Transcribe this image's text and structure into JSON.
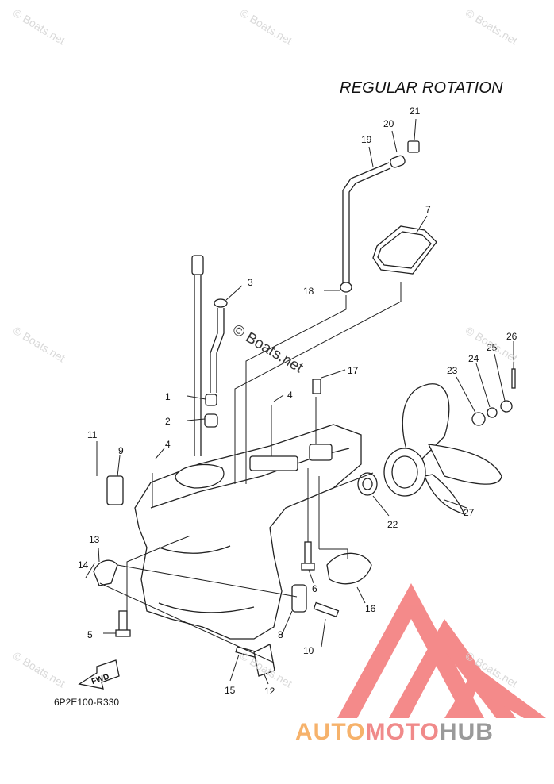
{
  "diagram": {
    "title": "REGULAR ROTATION",
    "code": "6P2E100-R330",
    "fwd_label": "FWD",
    "callouts": [
      "1",
      "2",
      "3",
      "4",
      "4",
      "5",
      "6",
      "7",
      "8",
      "9",
      "10",
      "11",
      "12",
      "13",
      "14",
      "15",
      "16",
      "17",
      "18",
      "19",
      "20",
      "21",
      "22",
      "23",
      "24",
      "25",
      "26",
      "27"
    ]
  },
  "watermarks": {
    "corner": "© Boats.net",
    "main": "© Boats.net"
  },
  "brand": {
    "auto": "AUTO",
    "moto": "MOTO",
    "hub": "HUB",
    "colors": {
      "auto": "#f6b26b",
      "moto": "#f08a8a",
      "hub": "#9a9a9a",
      "logo": "#f26d6d"
    }
  }
}
